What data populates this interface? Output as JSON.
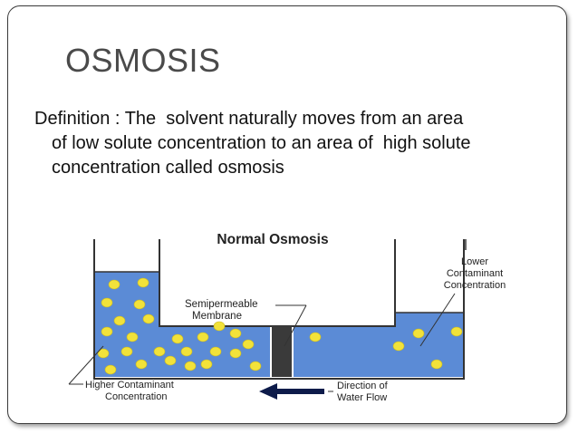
{
  "slide": {
    "title": "OSMOSIS",
    "definition_lines": [
      "Definition : The  solvent naturally moves from an area",
      "of low solute concentration to an area of  high solute",
      "concentration called osmosis"
    ]
  },
  "diagram": {
    "title": "Normal Osmosis",
    "labels": {
      "membrane": [
        "Semipermeable",
        "Membrane"
      ],
      "lower": [
        "Lower",
        "Contaminant",
        "Concentration"
      ],
      "higher": [
        "Higher Contaminant",
        "Concentration"
      ],
      "flow": [
        "Direction of",
        "Water Flow"
      ]
    },
    "colors": {
      "water": "#5b8bd6",
      "particle": "#f2e23a",
      "membrane": "#3a3a3a",
      "outline": "#333333",
      "arrow": "#0d1b4a"
    }
  }
}
